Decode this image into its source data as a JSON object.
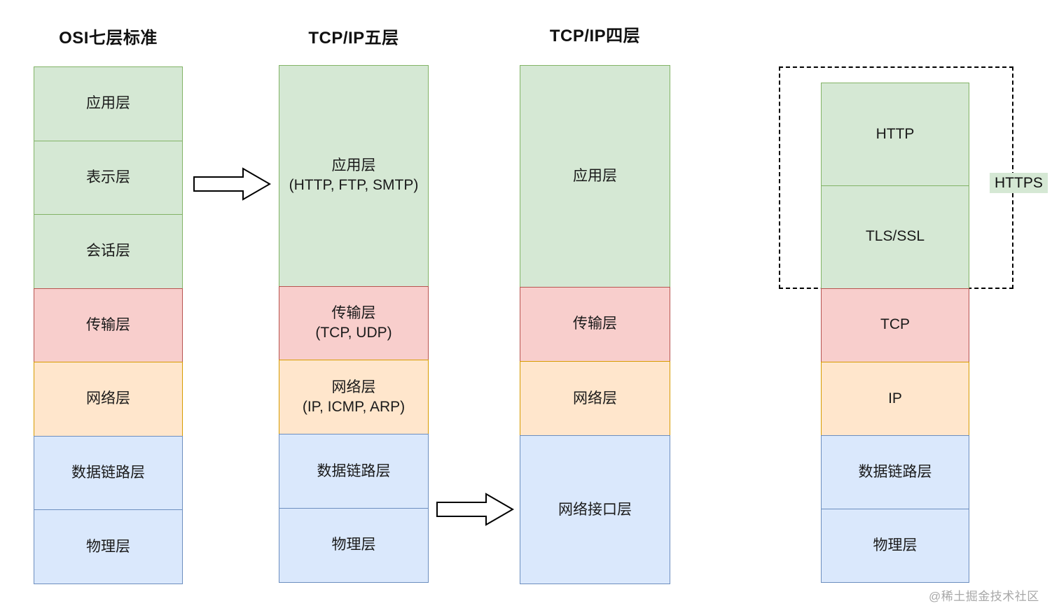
{
  "columns": {
    "osi": {
      "title": "OSI七层标准",
      "layers": [
        {
          "label": "应用层",
          "color": "green"
        },
        {
          "label": "表示层",
          "color": "green"
        },
        {
          "label": "会话层",
          "color": "green"
        },
        {
          "label": "传输层",
          "color": "red"
        },
        {
          "label": "网络层",
          "color": "orange"
        },
        {
          "label": "数据链路层",
          "color": "blue"
        },
        {
          "label": "物理层",
          "color": "blue"
        }
      ]
    },
    "tcpip5": {
      "title": "TCP/IP五层",
      "layers": [
        {
          "label": "应用层",
          "sublabel": "(HTTP, FTP, SMTP)",
          "color": "green"
        },
        {
          "label": "传输层",
          "sublabel": "(TCP, UDP)",
          "color": "red"
        },
        {
          "label": "网络层",
          "sublabel": "(IP, ICMP, ARP)",
          "color": "orange"
        },
        {
          "label": "数据链路层",
          "color": "blue"
        },
        {
          "label": "物理层",
          "color": "blue"
        }
      ]
    },
    "tcpip4": {
      "title": "TCP/IP四层",
      "layers": [
        {
          "label": "应用层",
          "color": "green"
        },
        {
          "label": "传输层",
          "color": "red"
        },
        {
          "label": "网络层",
          "color": "orange"
        },
        {
          "label": "网络接口层",
          "color": "blue"
        }
      ]
    },
    "https_stack": {
      "annotation": "HTTPS",
      "layers": [
        {
          "label": "HTTP",
          "color": "green"
        },
        {
          "label": "TLS/SSL",
          "color": "green"
        },
        {
          "label": "TCP",
          "color": "red"
        },
        {
          "label": "IP",
          "color": "orange"
        },
        {
          "label": "数据链路层",
          "color": "blue"
        },
        {
          "label": "物理层",
          "color": "blue"
        }
      ]
    }
  },
  "colors": {
    "green": {
      "fill": "#d5e8d4",
      "border": "#82b366"
    },
    "red": {
      "fill": "#f8cecc",
      "border": "#b85450"
    },
    "orange": {
      "fill": "#ffe6cc",
      "border": "#d79b00"
    },
    "blue": {
      "fill": "#dae8fc",
      "border": "#6c8ebf"
    }
  },
  "watermark": "@稀土掘金技术社区"
}
